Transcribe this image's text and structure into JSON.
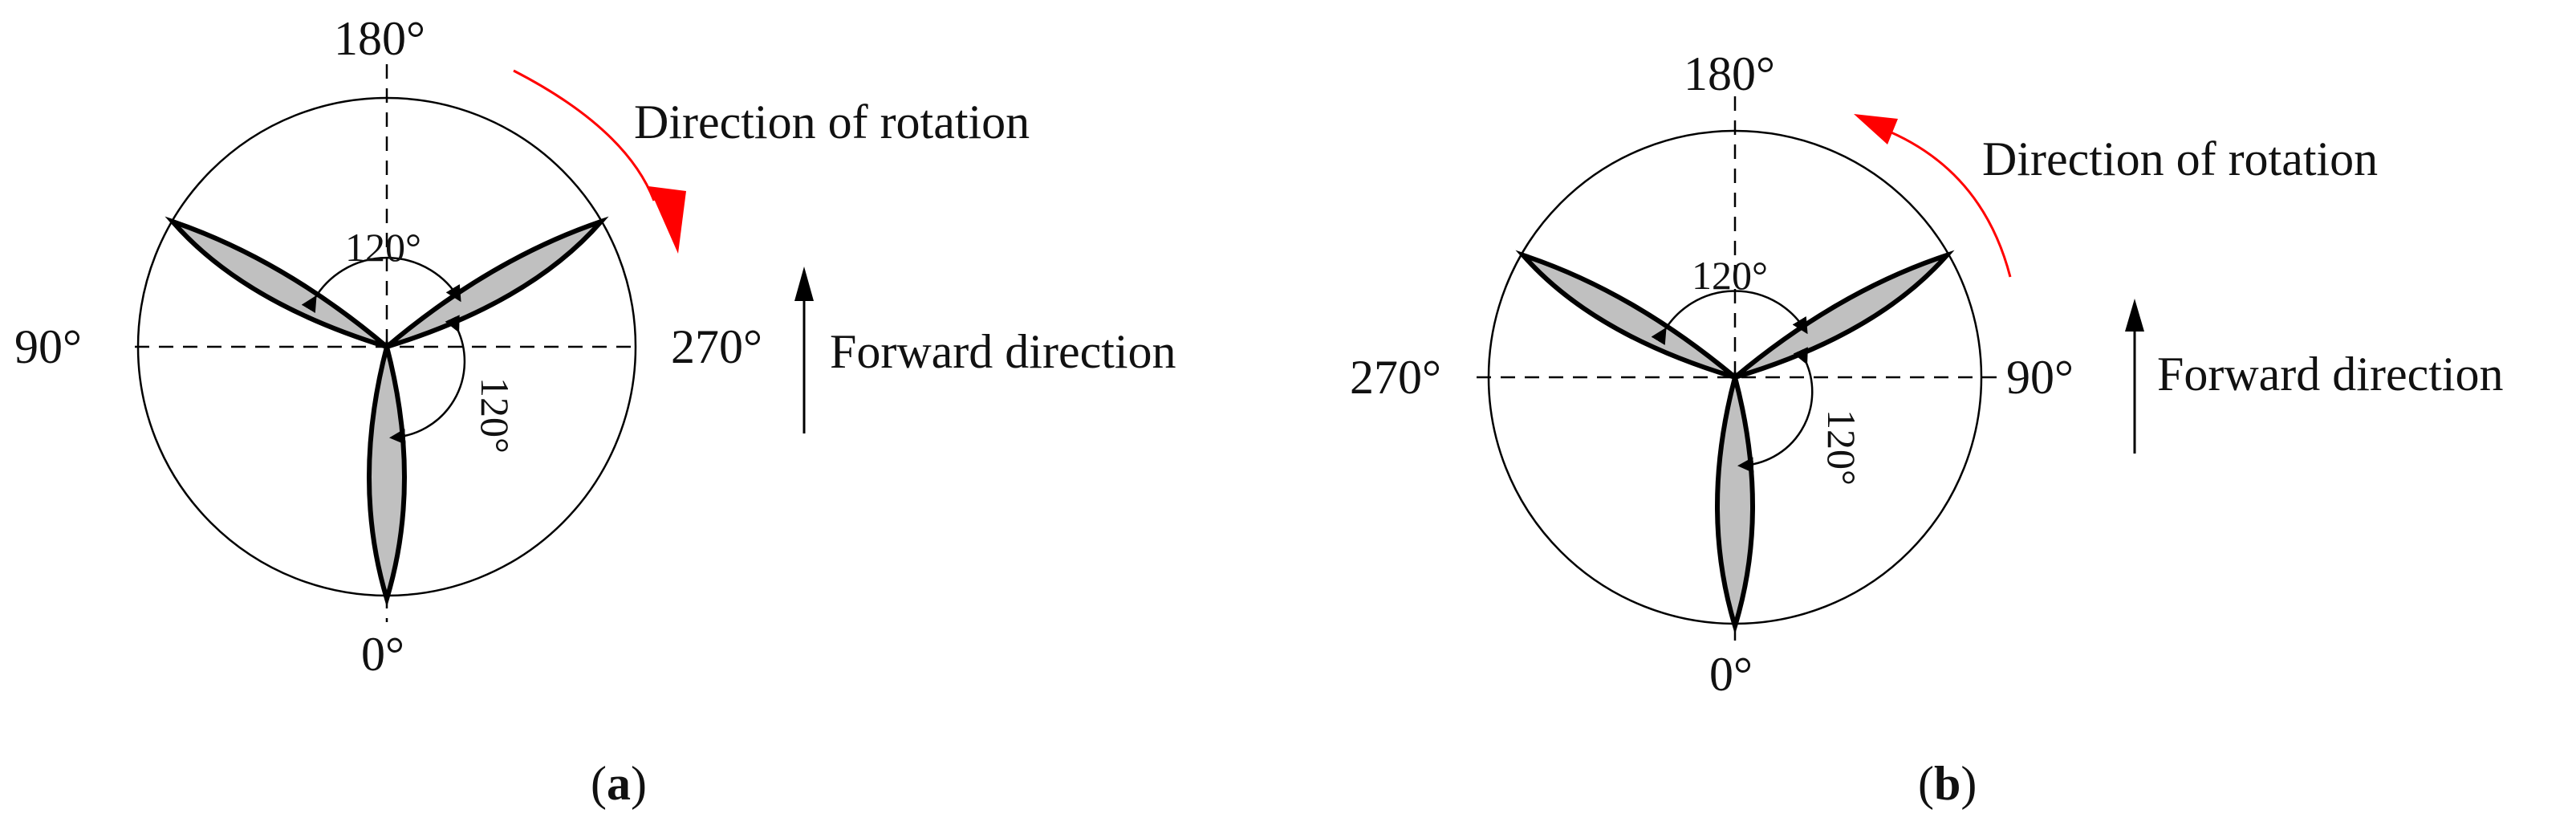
{
  "diagrams": [
    {
      "id": "a",
      "labels": {
        "top": "180°",
        "bottom": "0°",
        "left": "90°",
        "right": "270°"
      },
      "inner_angle_top": "120°",
      "inner_angle_side": "120°",
      "rotation_label": "Direction of rotation",
      "rotation_sense": "clockwise",
      "forward_label": "Forward direction",
      "caption_letter": "a",
      "arrow_color": "#ff0000"
    },
    {
      "id": "b",
      "labels": {
        "top": "180°",
        "bottom": "0°",
        "left": "270°",
        "right": "90°"
      },
      "inner_angle_top": "120°",
      "inner_angle_side": "120°",
      "rotation_label": "Direction of rotation",
      "rotation_sense": "counterclockwise",
      "forward_label": "Forward direction",
      "caption_letter": "b",
      "arrow_color": "#ff0000"
    }
  ],
  "colors": {
    "blade_fill": "#c0c0c0",
    "stroke": "#000000"
  }
}
